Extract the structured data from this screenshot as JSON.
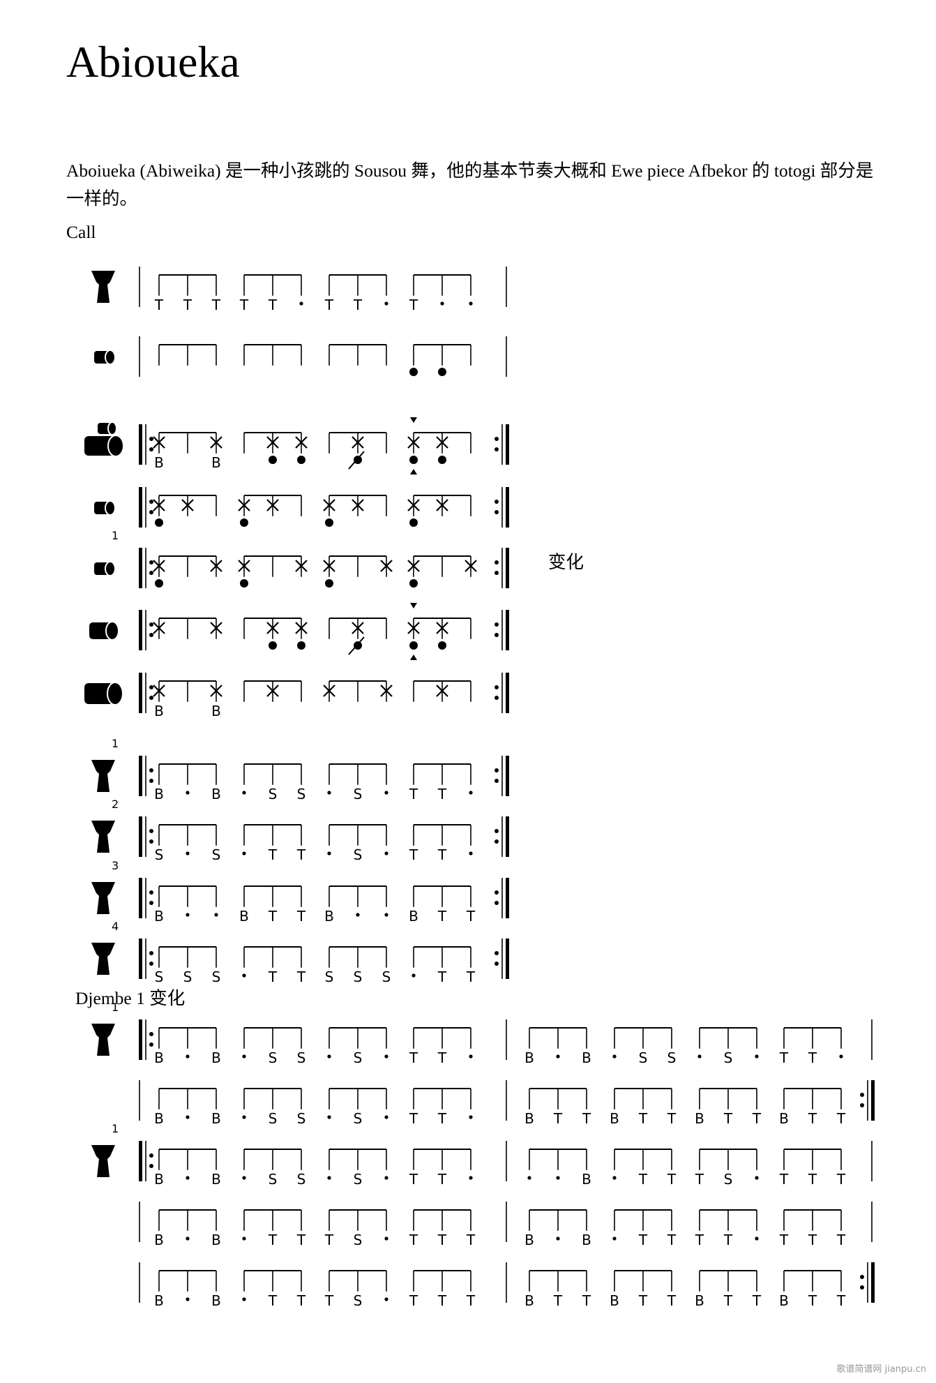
{
  "title": "Abioueka",
  "intro": "Aboiueka (Abiweika) 是一种小孩跳的 Sousou 舞，他的基本节奏大概和 Ewe piece Afbekor 的 totogi 部分是一样的。",
  "sections": {
    "call": "Call",
    "variation_note": "变化",
    "djembe_variation": "Djembe 1  变化"
  },
  "watermark": "歌谱简谱网 jianpu.cn",
  "systems": [
    {
      "name": "call-djembe",
      "icon": "djembe-icon",
      "num": "",
      "open": "bar",
      "close": "bar",
      "measures": [
        [
          "T",
          "T",
          "T"
        ],
        [
          "T",
          "T",
          "·"
        ],
        [
          "T",
          "T",
          "·"
        ],
        [
          "T",
          "·",
          "·"
        ]
      ]
    },
    {
      "name": "call-bell",
      "icon": "bell-small-icon",
      "num": "",
      "open": "bar",
      "close": "bar",
      "measures": [
        [
          "",
          "",
          ""
        ],
        [
          "",
          "",
          ""
        ],
        [
          "",
          "",
          ""
        ],
        [
          "●",
          "●",
          ""
        ]
      ]
    },
    {
      "name": "dundun-set",
      "icon": "dundun-set-icon",
      "num": "",
      "open": "repeat",
      "close": "repeat",
      "measures": [
        [
          "x/B",
          "",
          "x/B"
        ],
        [
          "",
          "x/●",
          "x/●"
        ],
        [
          "",
          "x/ø",
          ""
        ],
        [
          "x/●^",
          "x/●",
          ""
        ]
      ]
    },
    {
      "name": "kenkeni",
      "icon": "bell-small-icon",
      "num": "",
      "open": "repeat",
      "close": "repeat",
      "measures": [
        [
          "x/●",
          "x",
          ""
        ],
        [
          "x/●",
          "x",
          ""
        ],
        [
          "x/●",
          "x",
          ""
        ],
        [
          "x/●",
          "x",
          ""
        ]
      ]
    },
    {
      "name": "kenkeni-variation",
      "icon": "bell-small-icon",
      "num": "1",
      "open": "repeat",
      "close": "repeat",
      "measures": [
        [
          "x/●",
          "",
          "x"
        ],
        [
          "x/●",
          "",
          "x"
        ],
        [
          "x/●",
          "",
          "x"
        ],
        [
          "x/●",
          "",
          "x"
        ]
      ]
    },
    {
      "name": "sangban",
      "icon": "bell-medium-icon",
      "num": "",
      "open": "repeat",
      "close": "repeat",
      "measures": [
        [
          "x",
          "",
          "x"
        ],
        [
          "",
          "x/●",
          "x/●"
        ],
        [
          "",
          "x/ø",
          ""
        ],
        [
          "x/●^",
          "x/●",
          ""
        ]
      ]
    },
    {
      "name": "dundunba",
      "icon": "bell-large-icon",
      "num": "",
      "open": "repeat",
      "close": "repeat",
      "measures": [
        [
          "x/B",
          "",
          "x/B"
        ],
        [
          "",
          "x",
          ""
        ],
        [
          "x",
          "",
          "x"
        ],
        [
          "",
          "x",
          ""
        ]
      ]
    },
    {
      "name": "djembe-1",
      "icon": "djembe-icon",
      "num": "1",
      "open": "repeat",
      "close": "repeat",
      "measures": [
        [
          "B",
          "·",
          "B"
        ],
        [
          "·",
          "S",
          "S"
        ],
        [
          "·",
          "S",
          "·"
        ],
        [
          "T",
          "T",
          "·"
        ]
      ]
    },
    {
      "name": "djembe-2",
      "icon": "djembe-icon",
      "num": "2",
      "open": "repeat",
      "close": "repeat",
      "measures": [
        [
          "S",
          "·",
          "S"
        ],
        [
          "·",
          "T",
          "T"
        ],
        [
          "·",
          "S",
          "·"
        ],
        [
          "T",
          "T",
          "·"
        ]
      ]
    },
    {
      "name": "djembe-3",
      "icon": "djembe-icon",
      "num": "3",
      "open": "repeat",
      "close": "repeat",
      "measures": [
        [
          "B",
          "·",
          "·"
        ],
        [
          "B",
          "T",
          "T"
        ],
        [
          "B",
          "·",
          "·"
        ],
        [
          "B",
          "T",
          "T"
        ]
      ]
    },
    {
      "name": "djembe-4",
      "icon": "djembe-icon",
      "num": "4",
      "open": "repeat",
      "close": "repeat",
      "measures": [
        [
          "S",
          "S",
          "S"
        ],
        [
          "·",
          "T",
          "T"
        ],
        [
          "S",
          "S",
          "S"
        ],
        [
          "·",
          "T",
          "T"
        ]
      ]
    },
    {
      "name": "var1-line1",
      "icon": "djembe-icon",
      "num": "1",
      "open": "repeat",
      "close": "bar",
      "mid": "bar",
      "measures": [
        [
          "B",
          "·",
          "B"
        ],
        [
          "·",
          "S",
          "S"
        ],
        [
          "·",
          "S",
          "·"
        ],
        [
          "T",
          "T",
          "·"
        ],
        [
          "B",
          "·",
          "B"
        ],
        [
          "·",
          "S",
          "S"
        ],
        [
          "·",
          "S",
          "·"
        ],
        [
          "T",
          "T",
          "·"
        ]
      ]
    },
    {
      "name": "var1-line2",
      "icon": "",
      "num": "",
      "open": "bar",
      "close": "repeat",
      "mid": "bar",
      "measures": [
        [
          "B",
          "·",
          "B"
        ],
        [
          "·",
          "S",
          "S"
        ],
        [
          "·",
          "S",
          "·"
        ],
        [
          "T",
          "T",
          "·"
        ],
        [
          "B",
          "T",
          "T"
        ],
        [
          "B",
          "T",
          "T"
        ],
        [
          "B",
          "T",
          "T"
        ],
        [
          "B",
          "T",
          "T"
        ]
      ]
    },
    {
      "name": "var2-line1",
      "icon": "djembe-icon",
      "num": "1",
      "open": "repeat",
      "close": "bar",
      "mid": "bar",
      "measures": [
        [
          "B",
          "·",
          "B"
        ],
        [
          "·",
          "S",
          "S"
        ],
        [
          "·",
          "S",
          "·"
        ],
        [
          "T",
          "T",
          "·"
        ],
        [
          "·",
          "·",
          "B"
        ],
        [
          "·",
          "T",
          "T"
        ],
        [
          "T",
          "S",
          "·"
        ],
        [
          "T",
          "T",
          "T"
        ]
      ]
    },
    {
      "name": "var2-line2",
      "icon": "",
      "num": "",
      "open": "bar",
      "close": "bar",
      "mid": "bar",
      "measures": [
        [
          "B",
          "·",
          "B"
        ],
        [
          "·",
          "T",
          "T"
        ],
        [
          "T",
          "S",
          "·"
        ],
        [
          "T",
          "T",
          "T"
        ],
        [
          "B",
          "·",
          "B"
        ],
        [
          "·",
          "T",
          "T"
        ],
        [
          "T",
          "T",
          "·"
        ],
        [
          "T",
          "T",
          "T"
        ]
      ]
    },
    {
      "name": "var2-line3",
      "icon": "",
      "num": "",
      "open": "bar",
      "close": "repeat",
      "mid": "bar",
      "measures": [
        [
          "B",
          "·",
          "B"
        ],
        [
          "·",
          "T",
          "T"
        ],
        [
          "T",
          "S",
          "·"
        ],
        [
          "T",
          "T",
          "T"
        ],
        [
          "B",
          "T",
          "T"
        ],
        [
          "B",
          "T",
          "T"
        ],
        [
          "B",
          "T",
          "T"
        ],
        [
          "B",
          "T",
          "T"
        ]
      ]
    }
  ]
}
